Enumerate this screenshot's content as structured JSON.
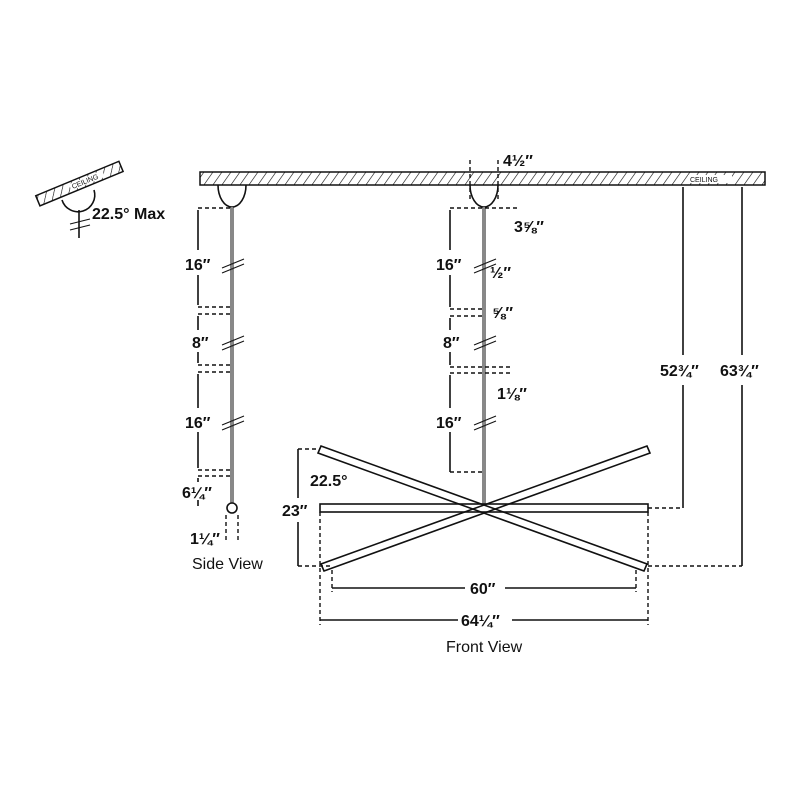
{
  "ceiling_label": "CEILING",
  "inset": {
    "angle_label": "22.5° Max",
    "ceiling_label": "CEILING"
  },
  "side_view": {
    "title": "Side View",
    "dims": [
      "16″",
      "8″",
      "16″",
      "6¼″",
      "1¼″"
    ]
  },
  "front_view": {
    "title": "Front View",
    "stem_dims": [
      "16″",
      "8″",
      "16″"
    ],
    "canopy_width": "4½″",
    "canopy_height": "3⅝″",
    "rod_diameter": "½″",
    "coupler": "⅝″",
    "coupler2": "1⅛″",
    "height": "23″",
    "angle": "22.5°",
    "inner_width": "60″",
    "overall_width": "64¼″",
    "min_drop": "52¾″",
    "max_drop": "63¾″"
  }
}
